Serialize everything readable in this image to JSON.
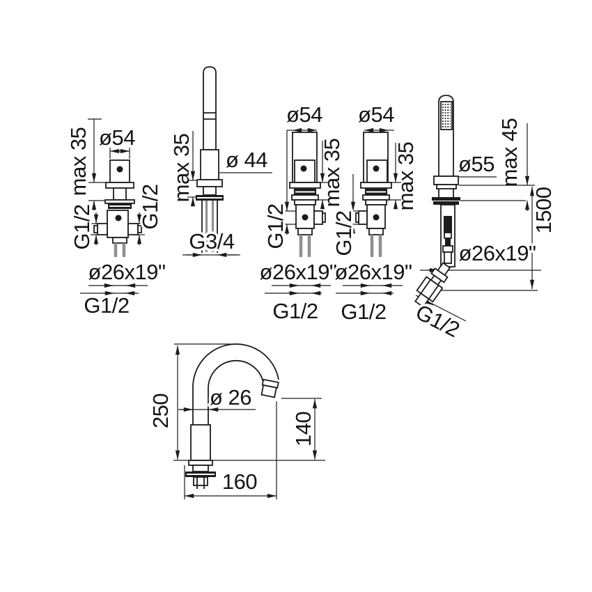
{
  "page": {
    "background": "#ffffff",
    "line_color": "#1c1c1c",
    "pipe_color": "#8f8f8f"
  },
  "drawing": {
    "components": {
      "diverter_valve": {
        "diameter": "ø54",
        "max_thickness": "max 35",
        "outlet_right": "G1/2",
        "outlet_left": "G1/2",
        "connection": "ø26x19\"",
        "thread": "G1/2"
      },
      "column": {
        "max_thickness": "max 35",
        "diameter": "ø 44",
        "thread": "G3/4"
      },
      "valve_left": {
        "diameter": "ø54",
        "max_thickness": "max 35",
        "outlet": "G1/2",
        "connection": "ø26x19\"",
        "thread": "G1/2"
      },
      "valve_right": {
        "diameter": "ø54",
        "max_thickness": "max 35",
        "outlet": "G1/2",
        "connection": "ø26x19\"",
        "thread": "G1/2"
      },
      "hand_shower": {
        "holder_diameter": "ø55",
        "max_thickness": "max 45",
        "hose_length": "1500",
        "connection": "ø26x19\"",
        "thread": "G1/2"
      },
      "tub_spout": {
        "height": "250",
        "diameter": "ø 26",
        "outlet_height": "140",
        "reach": "160"
      }
    }
  }
}
